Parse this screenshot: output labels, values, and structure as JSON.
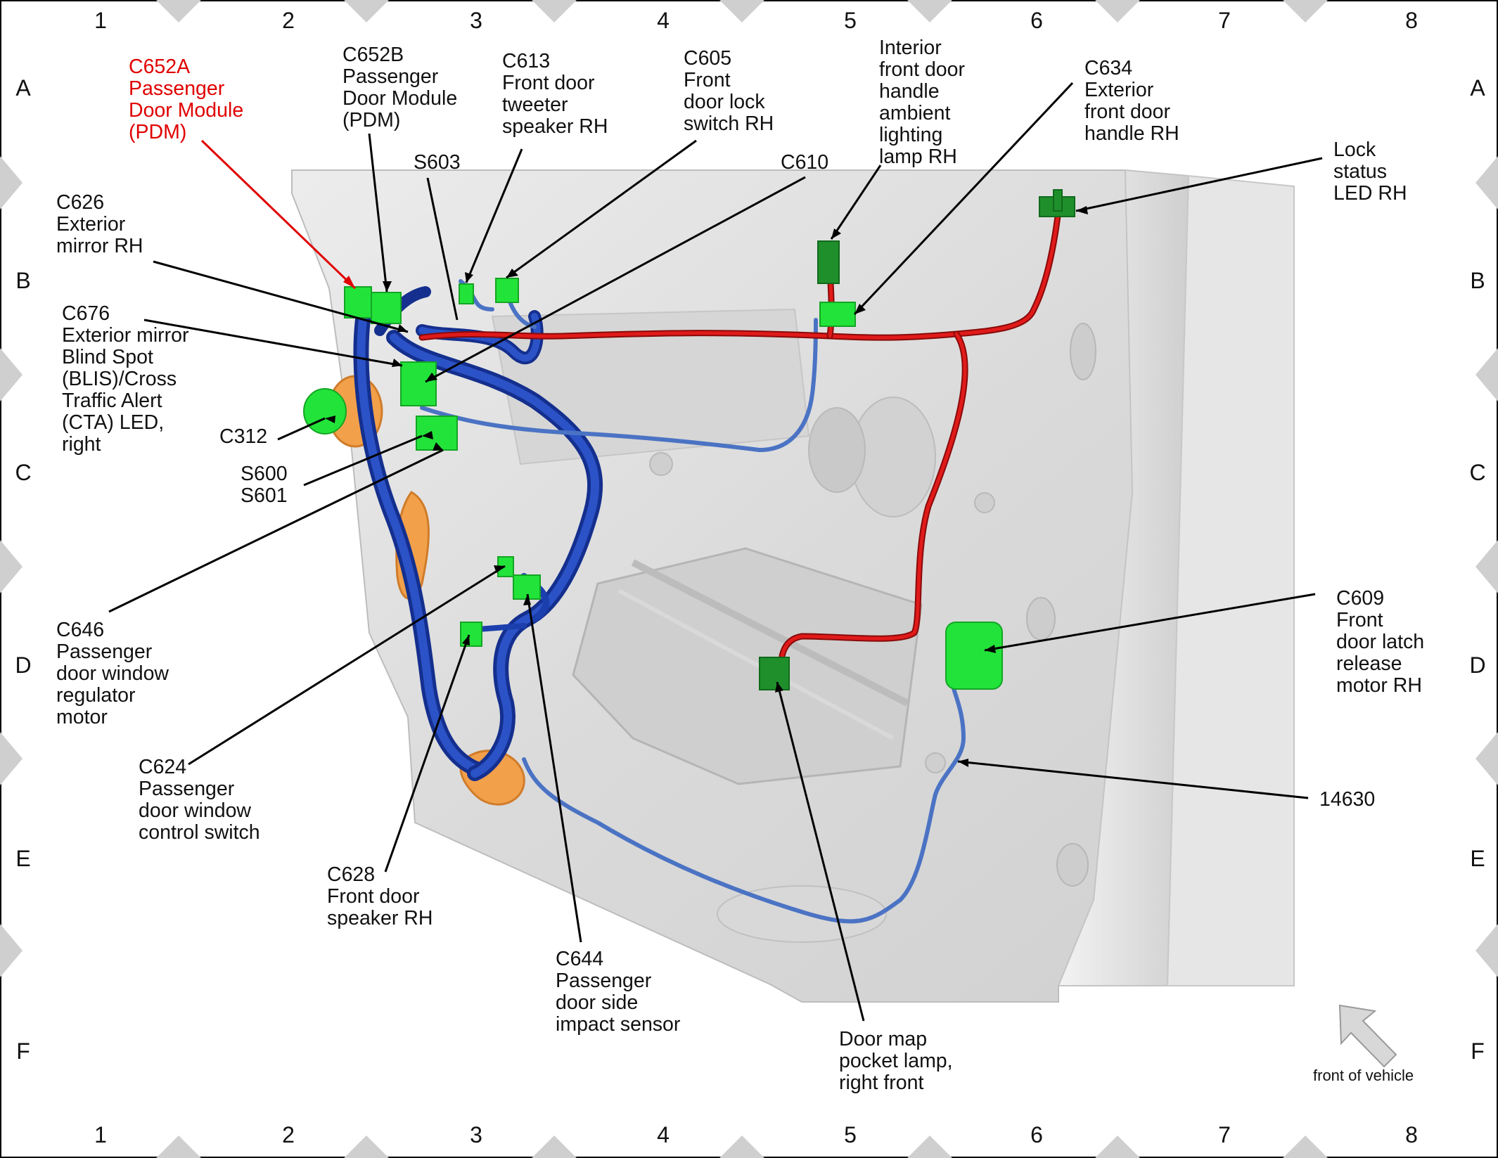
{
  "grid": {
    "columns": [
      "1",
      "2",
      "3",
      "4",
      "5",
      "6",
      "7",
      "8"
    ],
    "rows": [
      "A",
      "B",
      "C",
      "D",
      "E",
      "F"
    ]
  },
  "colors": {
    "red_wire": "#d01010",
    "blue_harness": "#1c3fae",
    "light_blue_wire": "#4b73c4",
    "connector_green": "#22e33a",
    "dark_connector_green": "#1f8f2b",
    "orange_grommet": "#f2a04a",
    "door_panel": "#e0e0e0",
    "highlight_label": "#e00000"
  },
  "labels": {
    "c652a": [
      "C652A",
      "Passenger",
      "Door Module",
      "(PDM)"
    ],
    "c652b": [
      "C652B",
      "Passenger",
      "Door Module",
      "(PDM)"
    ],
    "s603": [
      "S603"
    ],
    "c613": [
      "C613",
      "Front door",
      "tweeter",
      "speaker RH"
    ],
    "c605": [
      "C605",
      "Front",
      "door lock",
      "switch RH"
    ],
    "c610": [
      "C610"
    ],
    "interior_handle_lamp": [
      "Interior",
      "front door",
      "handle",
      "ambient",
      "lighting",
      "lamp RH"
    ],
    "c634": [
      "C634",
      "Exterior",
      "front door",
      "handle RH"
    ],
    "lock_status_led": [
      "Lock",
      "status",
      "LED RH"
    ],
    "c626": [
      "C626",
      "Exterior",
      "mirror RH"
    ],
    "c676": [
      "C676",
      "Exterior mirror",
      "Blind Spot",
      "(BLIS)/Cross",
      "Traffic Alert",
      "(CTA) LED,",
      "right"
    ],
    "c312": [
      "C312"
    ],
    "s600_s601": [
      "S600",
      "S601"
    ],
    "c646": [
      "C646",
      "Passenger",
      "door window",
      "regulator",
      "motor"
    ],
    "c624": [
      "C624",
      "Passenger",
      "door window",
      "control switch"
    ],
    "c628": [
      "C628",
      "Front door",
      "speaker RH"
    ],
    "c644": [
      "C644",
      "Passenger",
      "door side",
      "impact sensor"
    ],
    "map_pocket_lamp": [
      "Door map",
      "pocket lamp,",
      "right front"
    ],
    "c609": [
      "C609",
      "Front",
      "door latch",
      "release",
      "motor RH"
    ],
    "part_14630": [
      "14630"
    ],
    "front_of_vehicle": [
      "front of vehicle"
    ]
  }
}
